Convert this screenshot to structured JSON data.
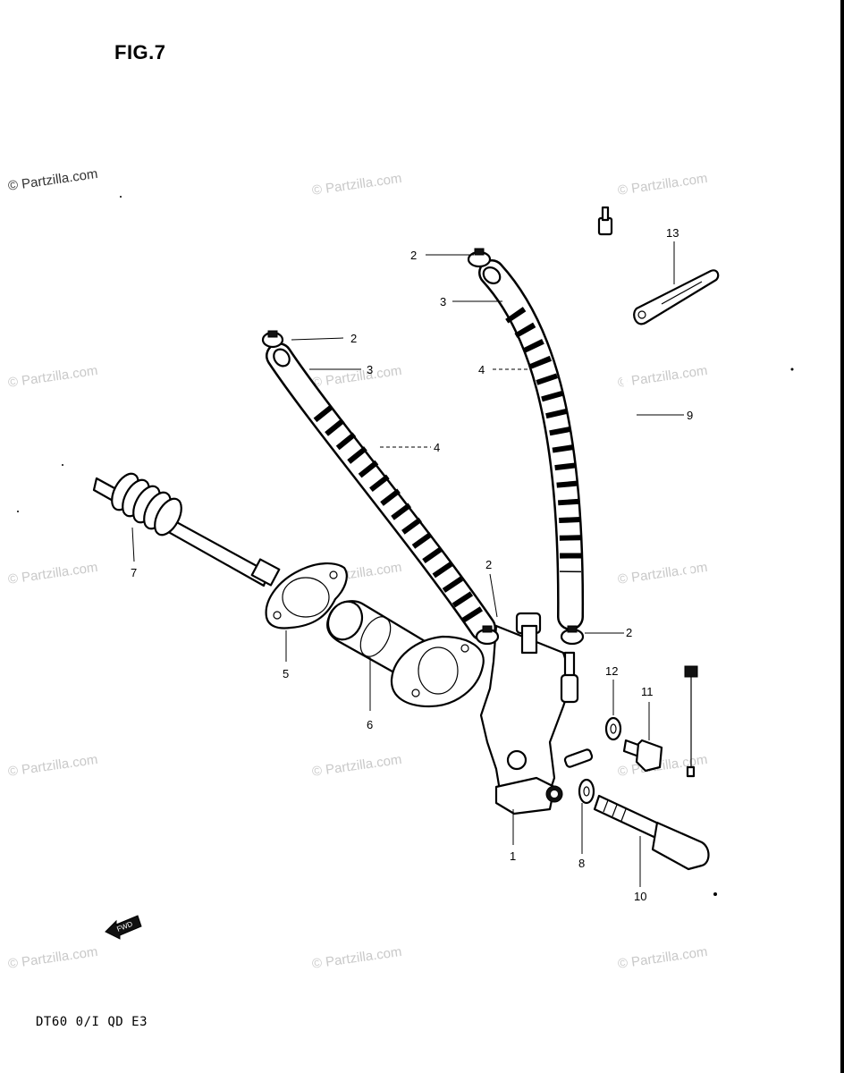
{
  "figure": {
    "title": "FIG.7",
    "model_code": "DT60 0/I QD E3",
    "fwd_label": "FWD"
  },
  "watermarks": [
    "© Partzilla.com",
    "© Partzilla.com",
    "© Partzilla.com",
    "© Partzilla.com",
    "© Partzilla.com",
    "© Partzilla.com",
    "© Partzilla.com",
    "© Partzilla.com",
    "© Partzilla.com",
    "© Partzilla.com",
    "© Partzilla.com",
    "© Partzilla.com",
    "© Partzilla.com",
    "© Partzilla.com",
    "© Partzilla.com"
  ],
  "callouts": [
    {
      "id": "2a",
      "label": "2"
    },
    {
      "id": "2b",
      "label": "2"
    },
    {
      "id": "2c",
      "label": "2"
    },
    {
      "id": "2d",
      "label": "2"
    },
    {
      "id": "3a",
      "label": "3"
    },
    {
      "id": "3b",
      "label": "3"
    },
    {
      "id": "4a",
      "label": "4"
    },
    {
      "id": "4b",
      "label": "4"
    },
    {
      "id": "1",
      "label": "1"
    },
    {
      "id": "5",
      "label": "5"
    },
    {
      "id": "6",
      "label": "6"
    },
    {
      "id": "7",
      "label": "7"
    },
    {
      "id": "8",
      "label": "8"
    },
    {
      "id": "9",
      "label": "9"
    },
    {
      "id": "10",
      "label": "10"
    },
    {
      "id": "11",
      "label": "11"
    },
    {
      "id": "12",
      "label": "12"
    },
    {
      "id": "13",
      "label": "13"
    }
  ]
}
